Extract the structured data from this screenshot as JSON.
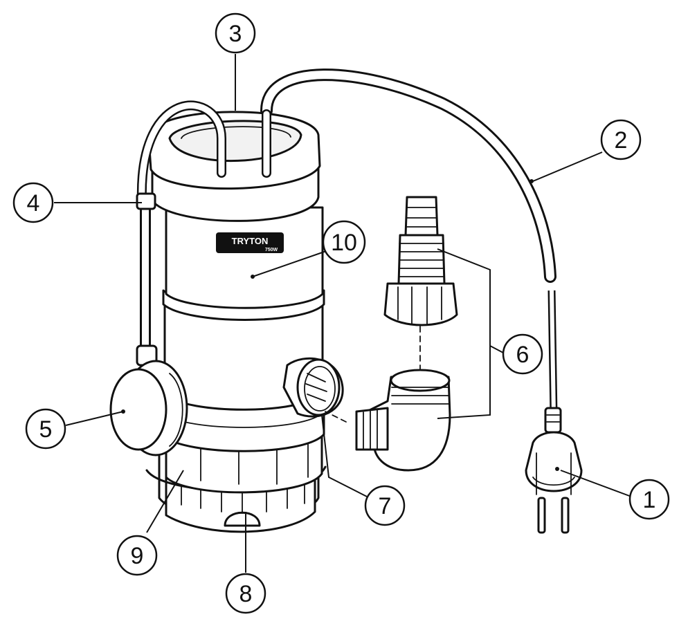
{
  "brand": {
    "logo": "TRYTON",
    "rating": "750W"
  },
  "callouts": [
    {
      "id": "1",
      "label": "1"
    },
    {
      "id": "2",
      "label": "2"
    },
    {
      "id": "3",
      "label": "3"
    },
    {
      "id": "4",
      "label": "4"
    },
    {
      "id": "5",
      "label": "5"
    },
    {
      "id": "6",
      "label": "6"
    },
    {
      "id": "7",
      "label": "7"
    },
    {
      "id": "8",
      "label": "8"
    },
    {
      "id": "9",
      "label": "9"
    },
    {
      "id": "10",
      "label": "10"
    }
  ]
}
